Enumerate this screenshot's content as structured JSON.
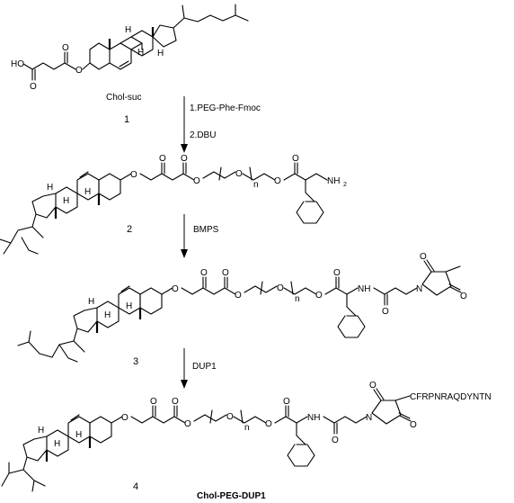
{
  "compounds": [
    {
      "number": "1",
      "name": "Chol-suc"
    },
    {
      "number": "2"
    },
    {
      "number": "3"
    },
    {
      "number": "4",
      "name": "Chol-PEG-DUP1"
    }
  ],
  "steps": [
    {
      "reagents": [
        "1.PEG-Phe-Fmoc",
        "2.DBU"
      ]
    },
    {
      "reagents": [
        "BMPS"
      ]
    },
    {
      "reagents": [
        "DUP1"
      ]
    }
  ],
  "atoms": {
    "hydroxyl": "HO",
    "oxygen": "O",
    "hydrogen": "H",
    "nitrogen": "N",
    "amine": "NH",
    "amine_sub": "2",
    "repeat": "n",
    "peptide": "CFRPNRAQDYNTN"
  },
  "colors": {
    "ink": "#000000",
    "background": "#ffffff"
  }
}
